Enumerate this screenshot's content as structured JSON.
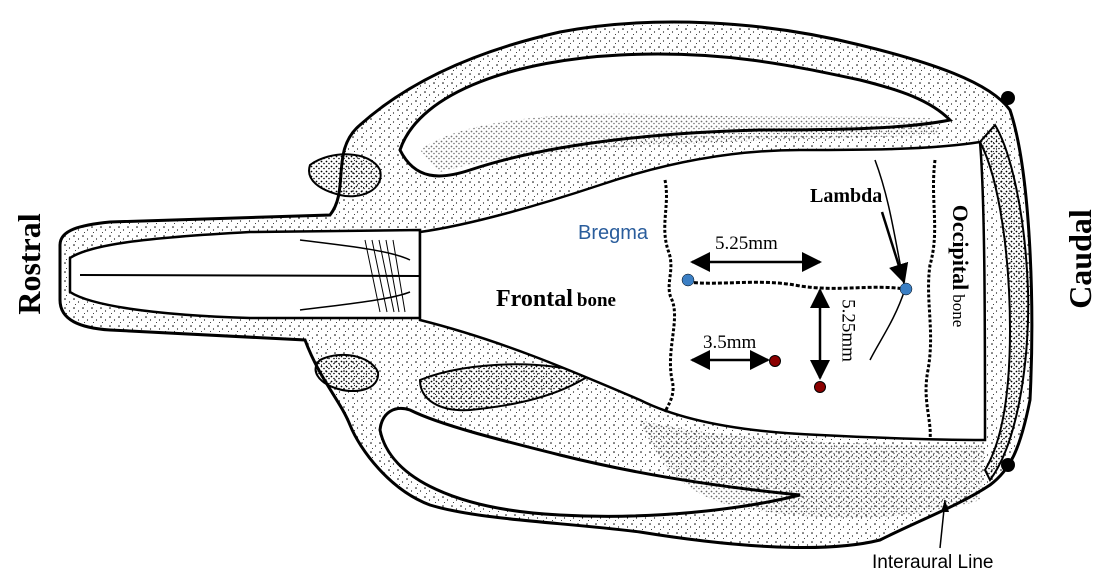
{
  "orientation": {
    "left_label": "Rostral",
    "right_label": "Caudal"
  },
  "bones": {
    "frontal_main": "Frontal",
    "frontal_suffix": "bone",
    "occipital_main": "Occipital",
    "occipital_suffix": "bone"
  },
  "landmarks": {
    "bregma": "Bregma",
    "lambda": "Lambda",
    "interaural_line": "Interaural Line"
  },
  "measurements": {
    "bregma_to_lambda": "5.25mm",
    "lateral_offset": "3.5mm",
    "posterior_offset": "5.25mm"
  },
  "colors": {
    "landmark_point": "#3b7fc4",
    "target_point": "#8b0000",
    "line": "#000000"
  }
}
